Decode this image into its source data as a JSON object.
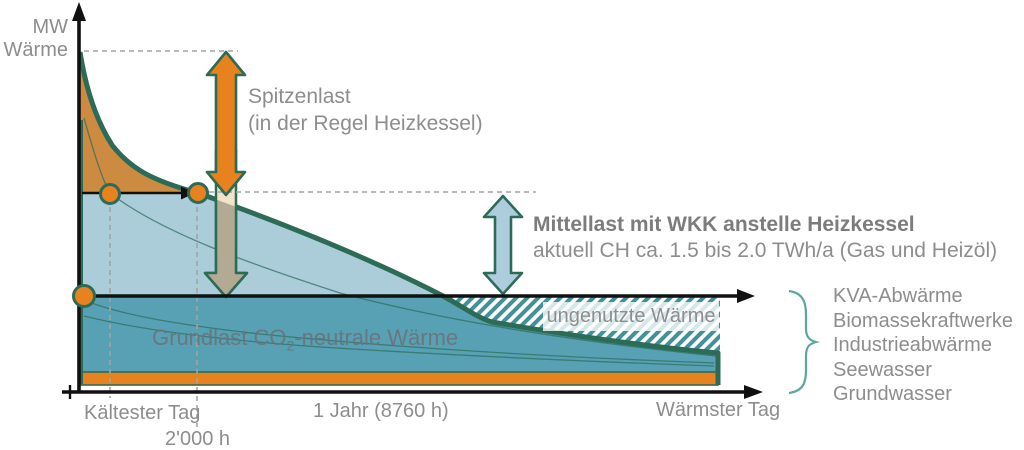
{
  "colors": {
    "accent_orange": "#e8821e",
    "area_orange": "#cd8a41",
    "teal_outline": "#2c6b55",
    "light_blue": "#abcdda",
    "dark_blue": "#58a0b4",
    "tan_arrow": "#b2aa93",
    "cream": "#f3e2ca",
    "hatch_teal": "#42909a",
    "gray_text": "#8d8d8d",
    "brace_teal": "#5aa79b"
  },
  "axis": {
    "y_label_line1": "MW",
    "y_label_line2": "Wärme",
    "x_coldest_day": "Kältester Tag",
    "x_hours_mark": "2'000 h",
    "x_year": "1 Jahr (8760 h)",
    "x_warmest_day": "Wärmster Tag"
  },
  "annotations": {
    "spitzenlast_line1": "Spitzenlast",
    "spitzenlast_line2": "(in der Regel Heizkessel)",
    "mittellast_line1": "Mittellast mit WKK anstelle Heizkessel",
    "mittellast_line2": "aktuell CH ca. 1.5  bis 2.0 TWh/a (Gas und Heizöl)",
    "grundlast_prefix": "Grundlast CO",
    "grundlast_subscript": "2",
    "grundlast_suffix": "-neutrale Wärme",
    "unused_heat": "ungenutzte Wärme"
  },
  "sources": {
    "items": [
      "KVA-Abwärme",
      "Biomassekraftwerke",
      "Industrieabwärme",
      "Seewasser",
      "Grundwasser"
    ]
  }
}
